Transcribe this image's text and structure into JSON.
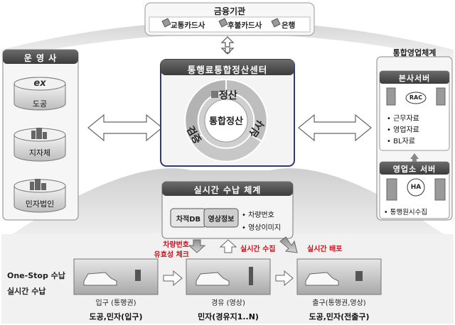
{
  "finance": {
    "title": "금융기관",
    "items": [
      "교통카드사",
      "후불카드사",
      "은행"
    ]
  },
  "operators": {
    "title": "운 영 사",
    "items": [
      {
        "logo": "ex",
        "label": "도공"
      },
      {
        "label": "지자체"
      },
      {
        "label": "민자법인"
      }
    ]
  },
  "center": {
    "title": "통행료통합정산센터",
    "core": "통합정산",
    "segments": [
      "정산",
      "심사",
      "검증"
    ]
  },
  "sales": {
    "title": "통합영업체계",
    "hq": {
      "title": "본사서버",
      "tag": "RAC",
      "items": [
        "근무자료",
        "영업자료",
        "BL자료"
      ]
    },
    "branch": {
      "title": "영업소 서버",
      "tag": "HA",
      "items": [
        "통행원시수집"
      ]
    }
  },
  "realtime": {
    "title": "실시간 수납 체계",
    "db": "차적DB",
    "img": "영상정보",
    "items": [
      "차량번호",
      "영상이미지"
    ]
  },
  "flows": {
    "check": [
      "차량번호",
      "유효성 체크"
    ],
    "collect": "실시간 수집",
    "deploy": "실시간 배포"
  },
  "onestop": [
    "One-Stop 수납",
    "실시간 수납"
  ],
  "stages": [
    {
      "label": "입구 (통행권)",
      "sub": "도공,민자(입구)"
    },
    {
      "label": "경유 (영상)",
      "sub": "민자(경유지1..N)"
    },
    {
      "label": "출구(통행권,영상)",
      "sub": "도공,민자(전출구)"
    }
  ]
}
